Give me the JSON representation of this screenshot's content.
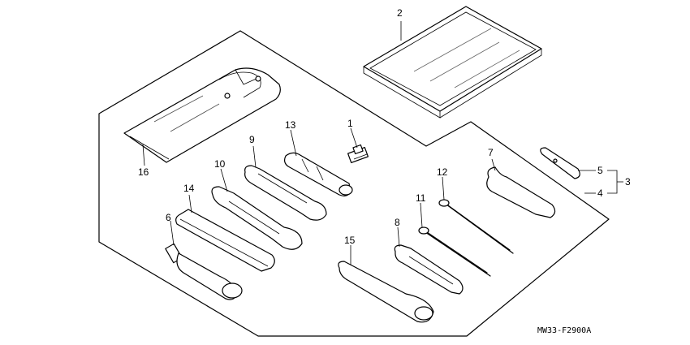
{
  "callouts": {
    "c1": "1",
    "c2": "2",
    "c3": "3",
    "c4": "4",
    "c5": "5",
    "c6": "6",
    "c7": "7",
    "c8": "8",
    "c9": "9",
    "c10": "10",
    "c11": "11",
    "c12": "12",
    "c13": "13",
    "c14": "14",
    "c15": "15",
    "c16": "16"
  },
  "diagram_code": "MW33-F2900A"
}
